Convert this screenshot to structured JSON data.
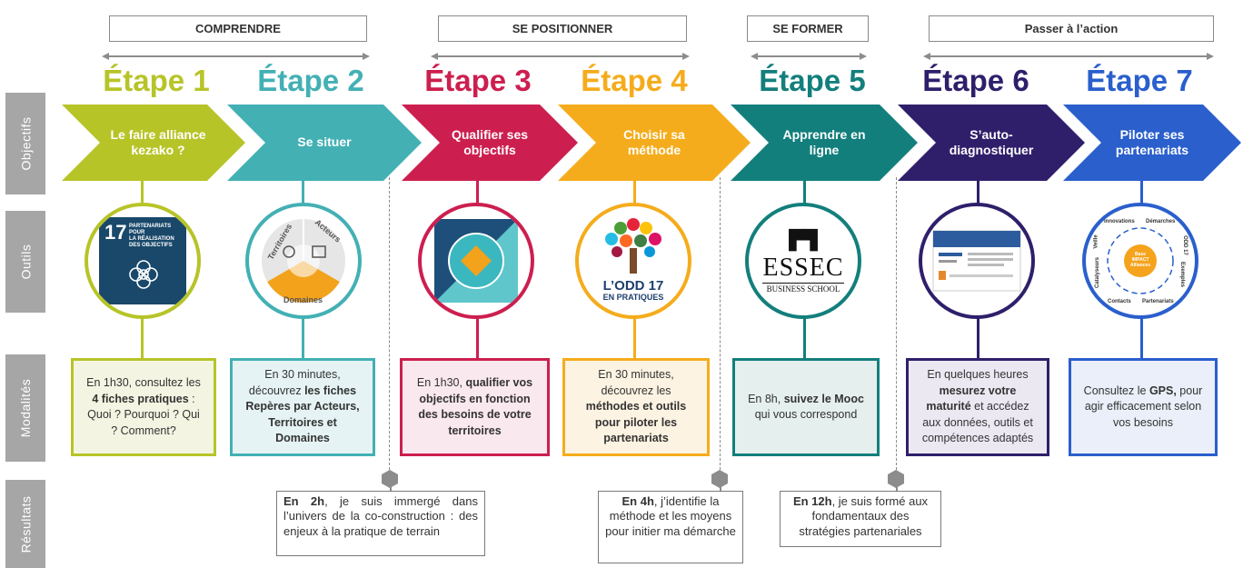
{
  "row_labels": {
    "objectifs": "Objectifs",
    "outils": "Outils",
    "modalites": "Modalités",
    "resultats": "Résultats"
  },
  "phases": [
    {
      "label": "COMPRENDRE"
    },
    {
      "label": "SE POSITIONNER"
    },
    {
      "label": "SE FORMER"
    },
    {
      "label": "Passer à l’action"
    }
  ],
  "steps": [
    {
      "title": "Étape 1",
      "color": "#b7c428",
      "objective": "Le faire alliance kezako ?",
      "modalite_parts": [
        "En 1h30, consultez les ",
        "4 fiches pratiques",
        " : Quoi ? Pourquoi ? Qui ? Comment?"
      ]
    },
    {
      "title": "Étape 2",
      "color": "#43b0b4",
      "objective": "Se situer",
      "modalite_parts": [
        "En 30 minutes, découvrez ",
        "les fiches Repères par Acteurs, Territoires et Domaines",
        ""
      ]
    },
    {
      "title": "Étape 3",
      "color": "#cc1f4f",
      "objective": "Qualifier ses objectifs",
      "modalite_parts": [
        "En 1h30, ",
        "qualifier vos objectifs en fonction des besoins de votre territoires",
        ""
      ]
    },
    {
      "title": "Étape 4",
      "color": "#f5ac1c",
      "objective": "Choisir sa méthode",
      "modalite_parts": [
        "En 30 minutes, découvrez les ",
        "méthodes et outils pour piloter les partenariats",
        ""
      ]
    },
    {
      "title": "Étape 5",
      "color": "#137f7c",
      "objective": "Apprendre en ligne",
      "modalite_parts": [
        "En 8h, ",
        "suivez le Mooc",
        " qui vous correspond"
      ]
    },
    {
      "title": "Étape 6",
      "color": "#2f1f6b",
      "objective": "S’auto-diagnostiquer",
      "modalite_parts": [
        "En quelques heures ",
        "mesurez votre maturité",
        " et accédez aux données, outils et compétences adaptés"
      ]
    },
    {
      "title": "Étape 7",
      "color": "#2a5fcc",
      "objective": "Piloter ses partenariats",
      "modalite_parts": [
        "Consultez le ",
        "GPS,",
        " pour agir efficacement selon vos besoins"
      ]
    }
  ],
  "tools": {
    "sdg17": {
      "number": "17",
      "lines": [
        "PARTENARIATS",
        "POUR",
        "LA RÉALISATION",
        "DES OBJECTIFS"
      ]
    },
    "reperes": {
      "territoires": "Territoires",
      "acteurs": "Acteurs",
      "domaines": "Domaines"
    },
    "odd17": {
      "line1": "L’ODD 17",
      "line2": "EN PRATIQUES"
    },
    "essec": {
      "name": "ESSEC",
      "sub": "BUSINESS SCHOOL"
    },
    "gps": {
      "center": "Base IMPACT Alliances",
      "labels": [
        "Innovations",
        "Démarches",
        "ODD 17",
        "Exemples",
        "Partenariats",
        "Contacts",
        "Catalyseurs",
        "Veille"
      ]
    }
  },
  "results": [
    {
      "bold": "En 2h",
      "text": ", je suis immergé dans l’univers de la co-construction : des enjeux à la pratique de terrain"
    },
    {
      "bold": "En 4h",
      "text": ", j’identifie la méthode et les moyens pour initier ma démarche"
    },
    {
      "bold": "En 12h",
      "text": ", je suis formé aux fondamentaux des stratégies partenariales"
    }
  ],
  "colors": {
    "row_label_bg": "#a6a6a6",
    "phase_border": "#8a8a8a",
    "connector": "#8c8c8c"
  }
}
